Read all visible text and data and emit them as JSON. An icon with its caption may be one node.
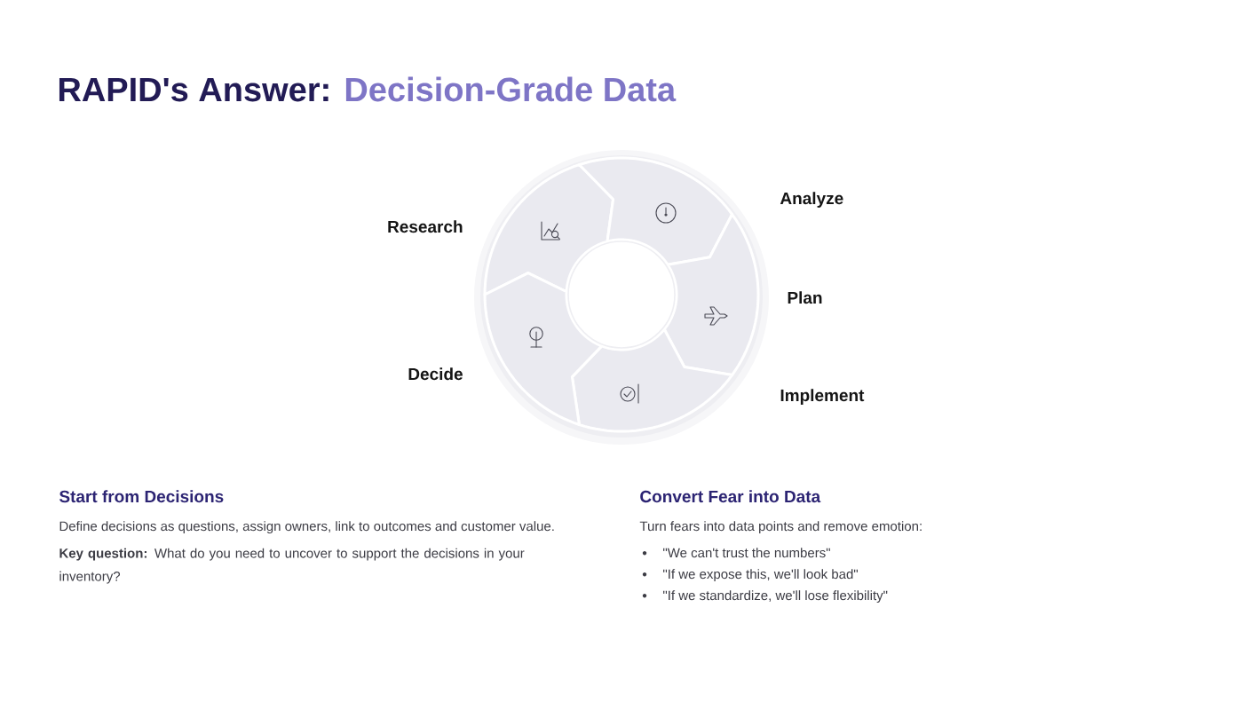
{
  "diagram": {
    "title": "RAPID's Answer: Decision-Grade Data",
    "nodes": [
      {
        "text": [
          "Research"
        ]
      },
      {
        "text": [
          "Analyze"
        ]
      },
      {
        "text": [
          "Plan"
        ]
      },
      {
        "text": [
          "Implement"
        ]
      },
      {
        "text": [
          "Decide"
        ]
      }
    ],
    "labels": [
      "Start from Decisions",
      "Define decisions as questions, assign owners, link to outcomes and customer value.",
      "**Key question:** What do you need to uncover to support the decisions in your inventory?",
      "Convert Fear into Data",
      "Turn fears into data points and remove emotion:",
      "\"We can't trust the numbers\"",
      "\"If we expose this, we'll look bad\"",
      "\"If we standardize, we'll lose flexibility\""
    ]
  }
}
